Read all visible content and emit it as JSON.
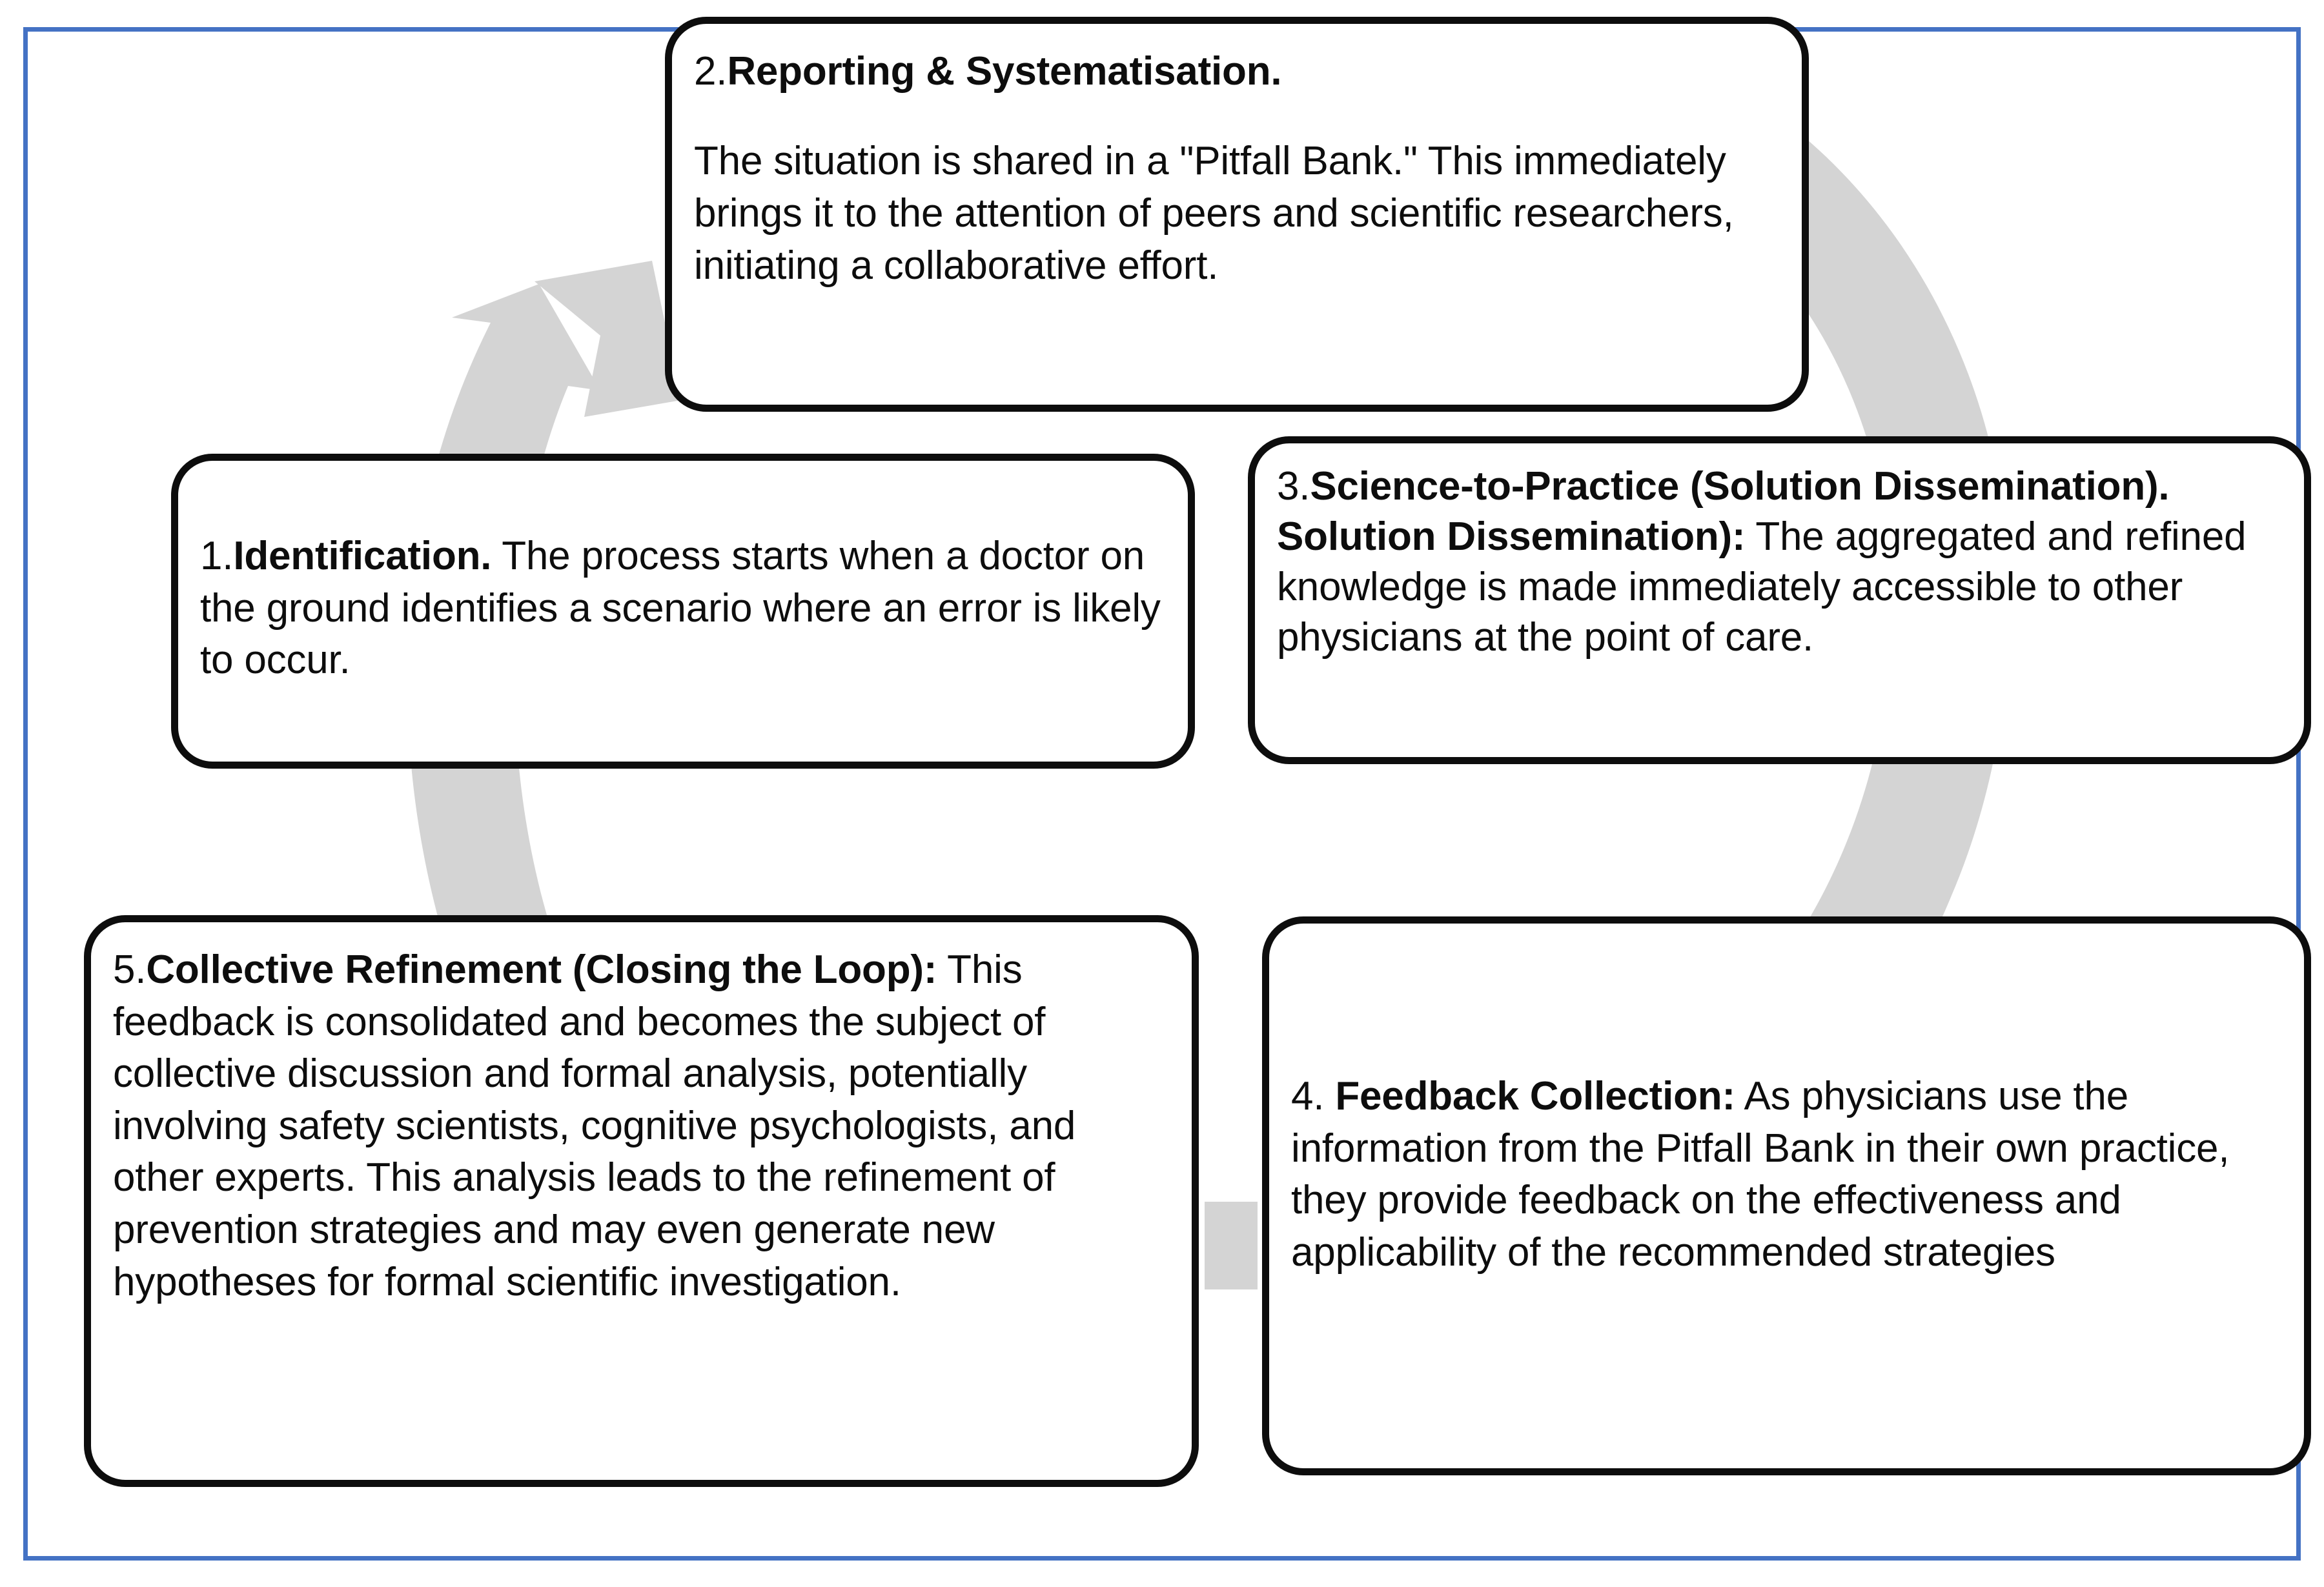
{
  "diagram": {
    "title": "Pitfall Bank continuous improvement cycle",
    "type": "cyclical-process-flow",
    "frame_color": "#4472C4",
    "box_border_color": "#0D0D0D",
    "arrow_color": "#D4D4D4",
    "text_color": "#0D0D0D",
    "steps": [
      {
        "number": "1.",
        "heading": "Identification.",
        "heading_inline": true,
        "body": " The process starts when a doctor on the ground identifies a scenario where an error is likely to occur.",
        "paragraphs": []
      },
      {
        "number": "2.",
        "heading": "Reporting & Systematisation.",
        "heading_inline": false,
        "body": "",
        "paragraphs": [
          "The situation is shared in a \"Pitfall Bank.\" This immediately brings it to the attention of peers and scientific researchers, initiating a collaborative effort."
        ]
      },
      {
        "number": "3.",
        "heading": "Science-to-Practice (Solution Dissemination). Solution Dissemination):",
        "heading_inline": true,
        "body": " The aggregated and refined knowledge is made immediately accessible to other physicians at the point of care.",
        "paragraphs": []
      },
      {
        "number": "4. ",
        "heading": "Feedback Collection:",
        "heading_inline": true,
        "body": " As physicians use the information from the Pitfall Bank in their own practice, they provide feedback on the effectiveness and applicability of the recommended strategies",
        "paragraphs": []
      },
      {
        "number": "5.",
        "heading": "Collective Refinement (Closing the Loop):",
        "heading_inline": true,
        "body": " This feedback is consolidated and becomes the subject of collective discussion and formal analysis, potentially involving safety scientists, cognitive psychologists, and other experts. This analysis leads to the refinement of prevention strategies and may even generate new hypotheses for formal scientific investigation.",
        "paragraphs": []
      }
    ],
    "arrows": [
      {
        "name": "cycle-arrow-left",
        "from_step": "5",
        "to_step": "2",
        "direction": "counter-clockwise-up"
      },
      {
        "name": "cycle-arrow-right",
        "from_step": "2",
        "to_step": "4",
        "direction": "clockwise-down"
      }
    ]
  }
}
